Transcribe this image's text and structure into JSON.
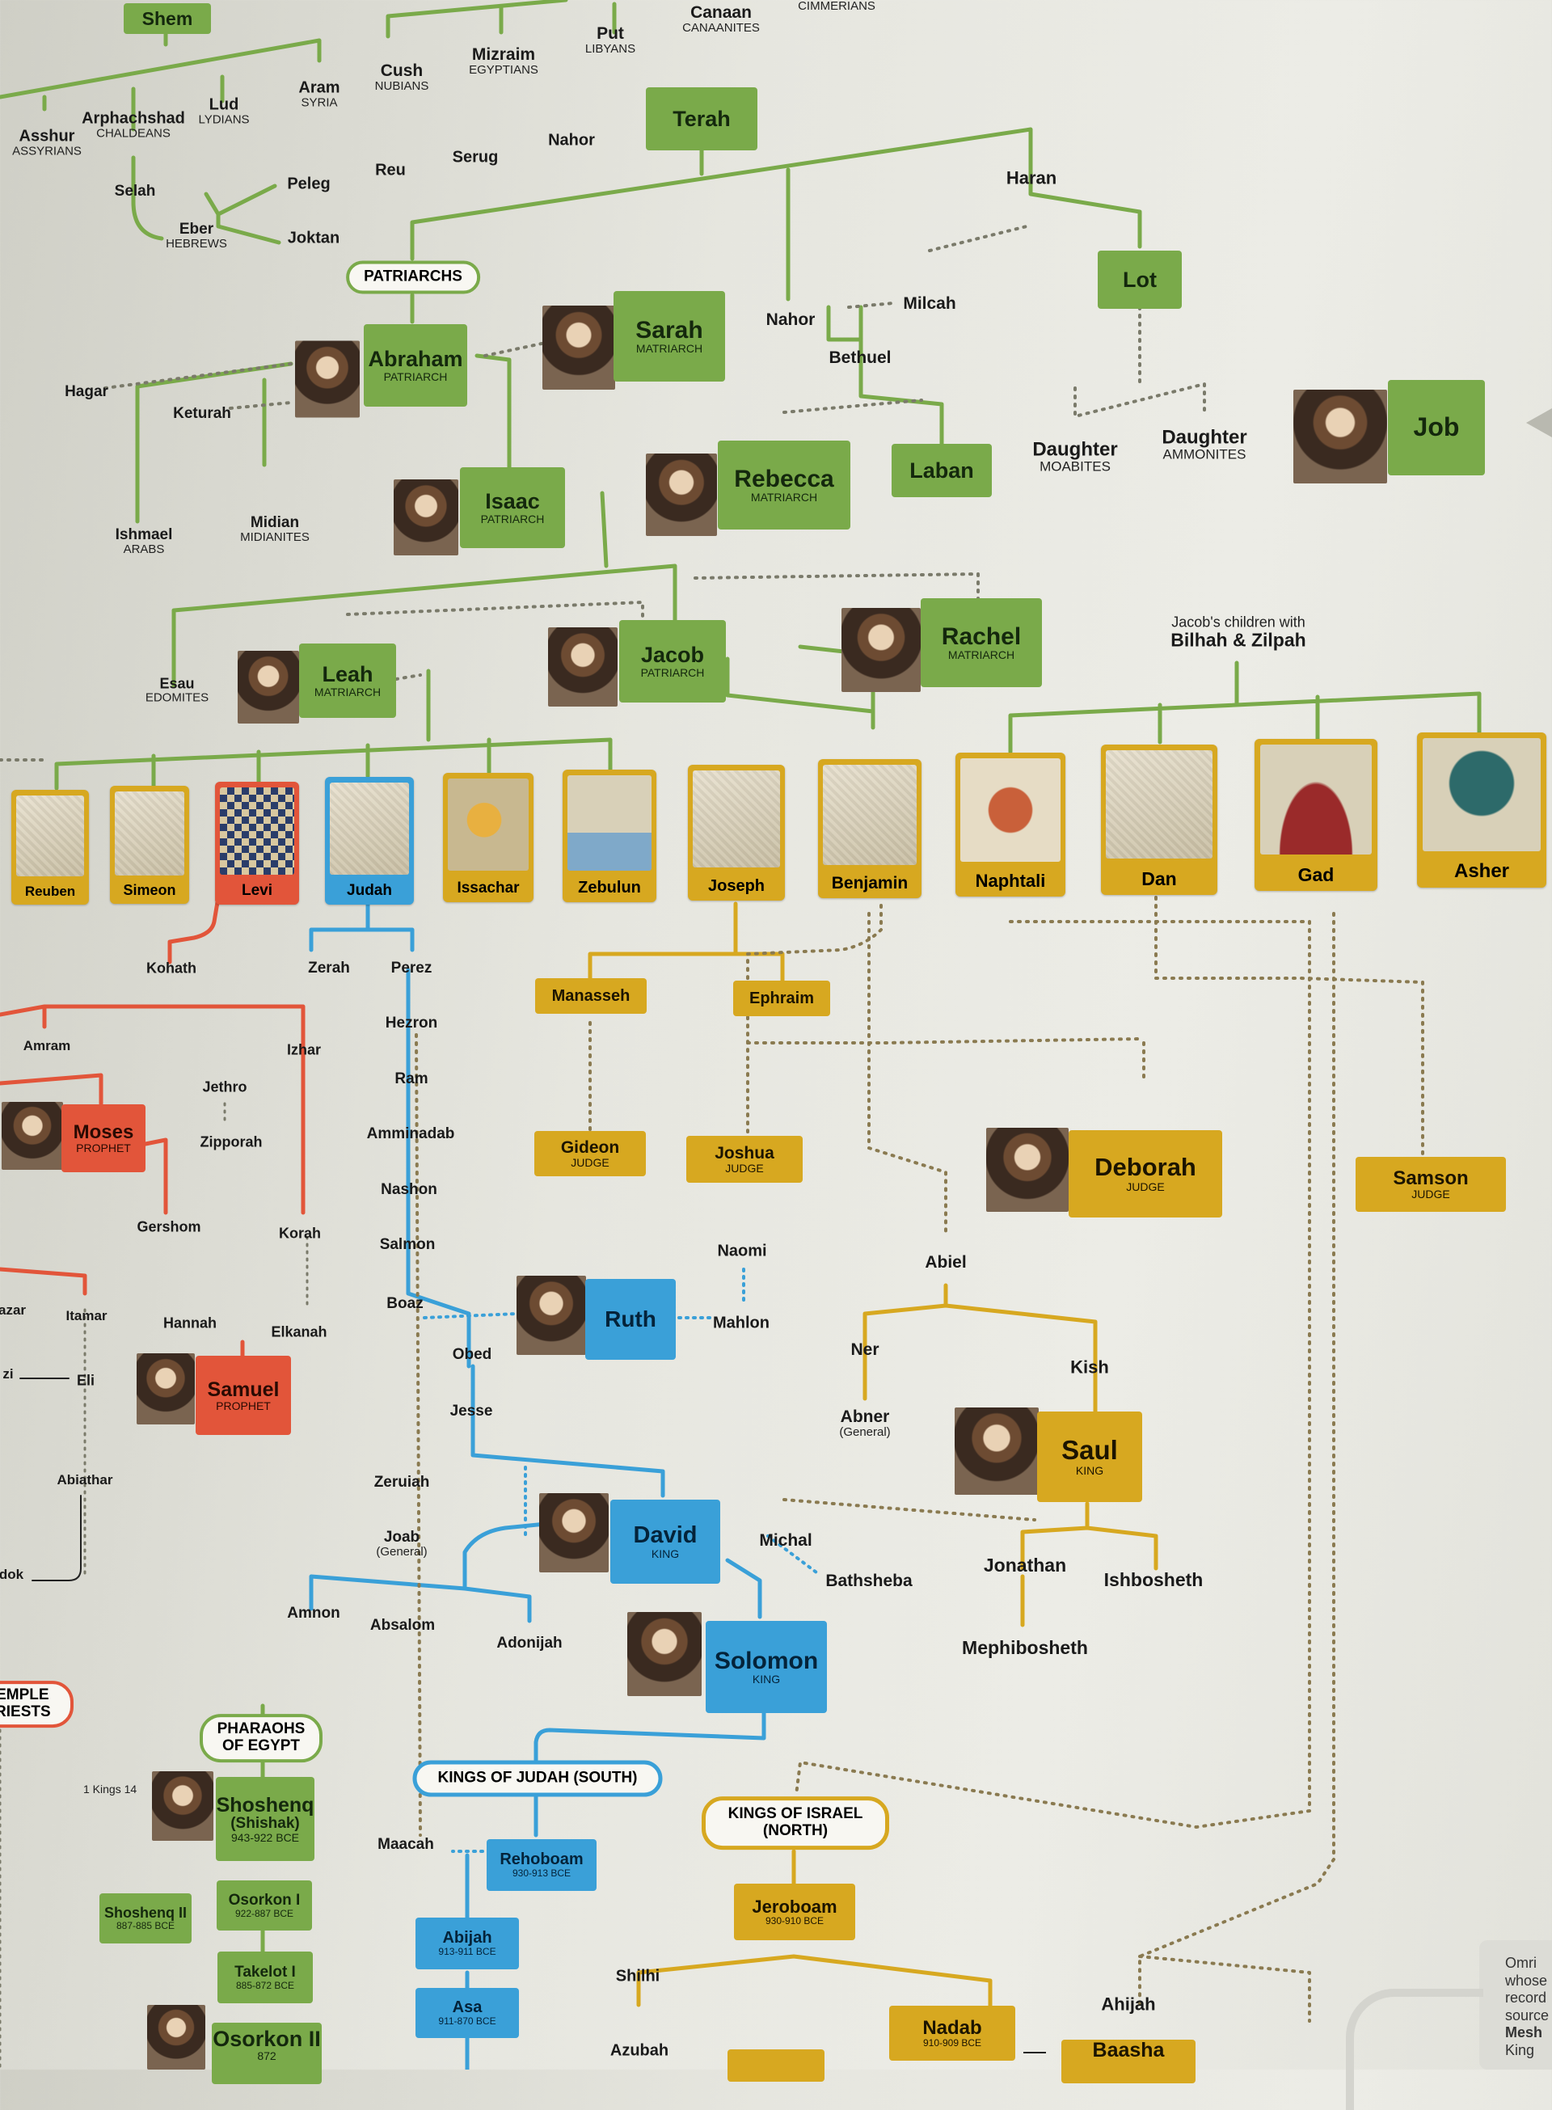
{
  "top": {
    "shem": "Shem",
    "sons_of_ham": [
      {
        "name": "Cush",
        "sub": "NUBIANS"
      },
      {
        "name": "Mizraim",
        "sub": "EGYPTIANS"
      },
      {
        "name": "Put",
        "sub": "LIBYANS"
      },
      {
        "name": "Canaan",
        "sub": "CANAANITES"
      },
      {
        "name": "",
        "sub": "CIMMERIANS"
      }
    ],
    "sons_of_shem": [
      {
        "name": "Asshur",
        "sub": "ASSYRIANS"
      },
      {
        "name": "Arphachshad",
        "sub": "CHALDEANS"
      },
      {
        "name": "Lud",
        "sub": "LYDIANS"
      },
      {
        "name": "Aram",
        "sub": "SYRIA"
      }
    ],
    "line": [
      "Selah",
      "Eber",
      "HEBREWS",
      "Peleg",
      "Reu",
      "Serug",
      "Nahor",
      "Joktan"
    ],
    "terah": "Terah",
    "haran": "Haran",
    "lot": "Lot",
    "nahor2": "Nahor",
    "milcah": "Milcah",
    "bethuel": "Bethuel",
    "laban": "Laban",
    "daughters": [
      {
        "name": "Daughter",
        "sub": "MOABITES"
      },
      {
        "name": "Daughter",
        "sub": "AMMONITES"
      }
    ],
    "job": "Job"
  },
  "patriarchs": {
    "banner": "PATRIARCHS",
    "abraham": {
      "name": "Abraham",
      "sub": "PATRIARCH"
    },
    "sarah": {
      "name": "Sarah",
      "sub": "MATRIARCH"
    },
    "isaac": {
      "name": "Isaac",
      "sub": "PATRIARCH"
    },
    "rebecca": {
      "name": "Rebecca",
      "sub": "MATRIARCH"
    },
    "jacob": {
      "name": "Jacob",
      "sub": "PATRIARCH"
    },
    "leah": {
      "name": "Leah",
      "sub": "MATRIARCH"
    },
    "rachel": {
      "name": "Rachel",
      "sub": "MATRIARCH"
    },
    "hagar": "Hagar",
    "keturah": "Keturah",
    "ishmael": {
      "name": "Ishmael",
      "sub": "ARABS"
    },
    "midian": {
      "name": "Midian",
      "sub": "MIDIANITES"
    },
    "esau": {
      "name": "Esau",
      "sub": "EDOMITES"
    },
    "jacobs_children_note": "Jacob's children with",
    "bilhah_zilpah": "Bilhah & Zilpah"
  },
  "tribes": [
    "Reuben",
    "Simeon",
    "Levi",
    "Judah",
    "Issachar",
    "Zebulun",
    "Joseph",
    "Benjamin",
    "Naphtali",
    "Dan",
    "Gad",
    "Asher"
  ],
  "levi_line": {
    "kohath": "Kohath",
    "amram": "Amram",
    "izhar": "Izhar",
    "jethro": "Jethro",
    "moses": {
      "name": "Moses",
      "sub": "PROPHET"
    },
    "zipporah": "Zipporah",
    "gershom": "Gershom",
    "korah": "Korah",
    "eleazar": "azar",
    "itamar": "Itamar",
    "hannah": "Hannah",
    "elkanah": "Elkanah",
    "uzzi": "zi",
    "eli": "Eli",
    "samuel": {
      "name": "Samuel",
      "sub": "PROPHET"
    },
    "abiathar": "Abiathar",
    "zadok": "dok",
    "temple_priests": "TEMPLE PRIESTS"
  },
  "judah_line": {
    "zerah": "Zerah",
    "perez": "Perez",
    "chain": [
      "Hezron",
      "Ram",
      "Amminadab",
      "Nashon",
      "Salmon"
    ],
    "boaz": "Boaz",
    "ruth": "Ruth",
    "naomi": "Naomi",
    "mahlon": "Mahlon",
    "obed": "Obed",
    "jesse": "Jesse",
    "zeruiah": "Zeruiah",
    "joab": {
      "name": "Joab",
      "sub": "(General)"
    },
    "david": {
      "name": "David",
      "sub": "KING"
    },
    "michal": "Michal",
    "bathsheba": "Bathsheba",
    "amnon": "Amnon",
    "absalom": "Absalom",
    "adonijah": "Adonijah",
    "solomon": {
      "name": "Solomon",
      "sub": "KING"
    }
  },
  "joseph_line": {
    "manasseh": "Manasseh",
    "ephraim": "Ephraim",
    "gideon": {
      "name": "Gideon",
      "sub": "JUDGE"
    },
    "joshua": {
      "name": "Joshua",
      "sub": "JUDGE"
    },
    "deborah": {
      "name": "Deborah",
      "sub": "JUDGE"
    },
    "samson": {
      "name": "Samson",
      "sub": "JUDGE"
    }
  },
  "benjamin_line": {
    "abiel": "Abiel",
    "ner": "Ner",
    "kish": "Kish",
    "abner": {
      "name": "Abner",
      "sub": "(General)"
    },
    "saul": {
      "name": "Saul",
      "sub": "KING"
    },
    "jonathan": "Jonathan",
    "ishbosheth": "Ishbosheth",
    "mephibosheth": "Mephibosheth"
  },
  "bottom": {
    "pharaohs": "PHARAOHS OF EGYPT",
    "kings14": "1 Kings 14",
    "shoshenq": {
      "name": "Shoshenq",
      "alt": "(Shishak)",
      "date": "943-922 BCE"
    },
    "osorkon1": {
      "name": "Osorkon I",
      "date": "922-887 BCE"
    },
    "shoshenq2": {
      "name": "Shoshenq II",
      "date": "887-885 BCE"
    },
    "takelot1": {
      "name": "Takelot I",
      "date": "885-872 BCE"
    },
    "osorkon2": {
      "name": "Osorkon II",
      "date": "872"
    },
    "judah_kings": "KINGS OF JUDAH (SOUTH)",
    "israel_kings": "KINGS OF ISRAEL (NORTH)",
    "maacah": "Maacah",
    "rehoboam": {
      "name": "Rehoboam",
      "date": "930-913 BCE"
    },
    "abijah": {
      "name": "Abijah",
      "date": "913-911 BCE"
    },
    "asa": {
      "name": "Asa",
      "date": "911-870 BCE"
    },
    "azubah": "Azubah",
    "jeroboam": {
      "name": "Jeroboam",
      "date": "930-910 BCE"
    },
    "shilhi": "Shilhi",
    "nadab": {
      "name": "Nadab",
      "date": "910-909 BCE"
    },
    "ahijah": "Ahijah",
    "baasha": "Baasha",
    "omri_note": [
      "Omri",
      "whose",
      "record",
      "source",
      "Mesh",
      "King"
    ]
  },
  "colors": {
    "green": "#7aaa4a",
    "gold": "#d7a820",
    "red": "#e2553a",
    "blue": "#3aa0d8"
  }
}
